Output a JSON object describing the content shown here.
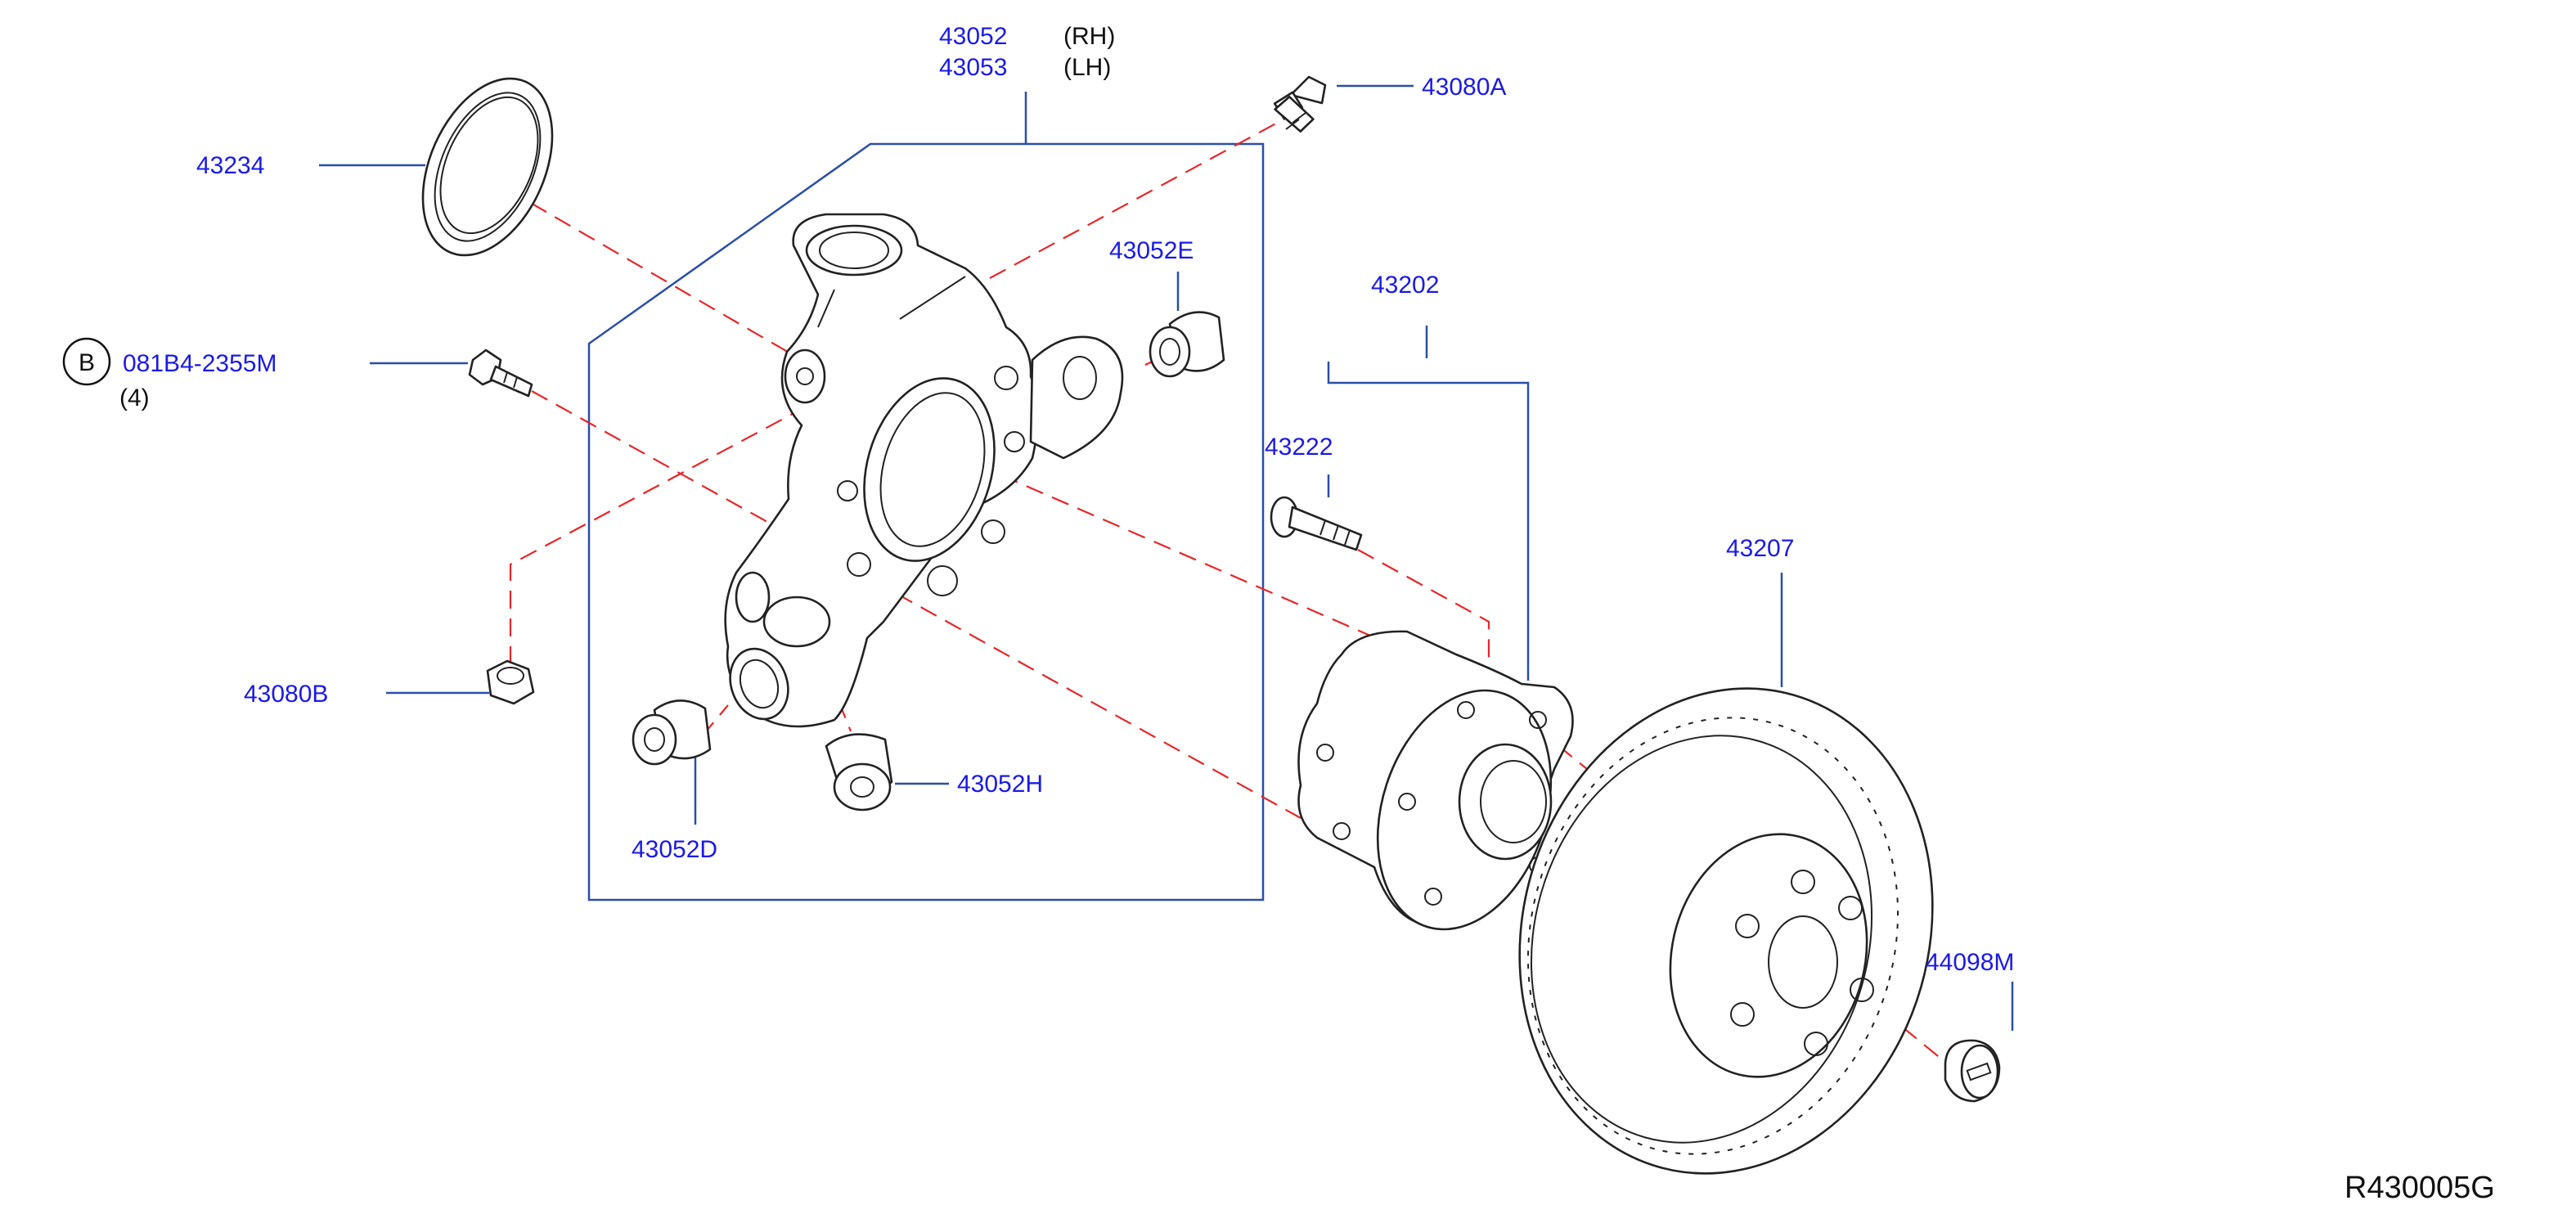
{
  "diagram": {
    "drawing_code": "R430005G",
    "parts": [
      {
        "key": "knuckle_rh",
        "number": "43052",
        "side": "(RH)"
      },
      {
        "key": "knuckle_lh",
        "number": "43053",
        "side": "(LH)"
      },
      {
        "key": "bolt_a",
        "number": "43080A"
      },
      {
        "key": "plate",
        "number": "43234"
      },
      {
        "key": "bushing_e",
        "number": "43052E"
      },
      {
        "key": "hub_assy",
        "number": "43202"
      },
      {
        "key": "bolt_b_ref",
        "marker": "B",
        "number": "081B4-2355M",
        "qty": "(4)"
      },
      {
        "key": "hub_bolt",
        "number": "43222"
      },
      {
        "key": "rotor",
        "number": "43207"
      },
      {
        "key": "nut_b",
        "number": "43080B"
      },
      {
        "key": "bushing_h",
        "number": "43052H"
      },
      {
        "key": "bushing_d",
        "number": "43052D"
      },
      {
        "key": "cap",
        "number": "44098M"
      }
    ]
  }
}
